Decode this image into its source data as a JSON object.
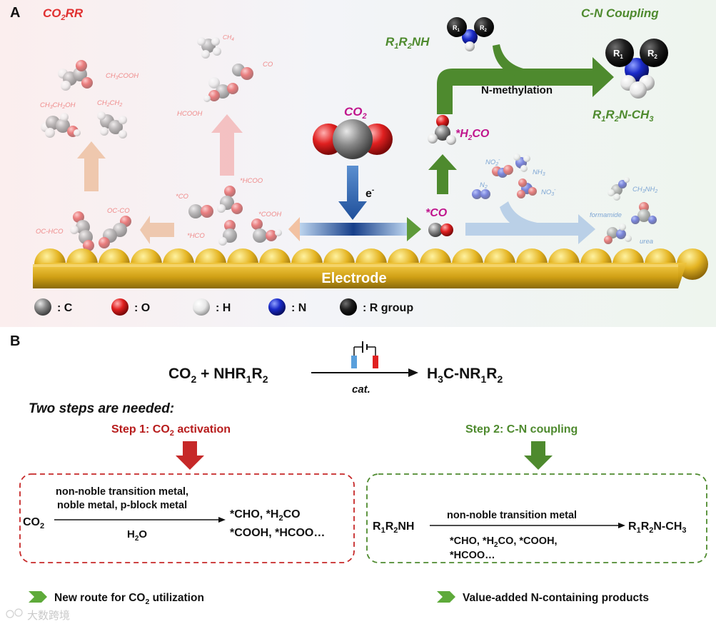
{
  "panel_a": {
    "label": "A",
    "co2rr_title": {
      "main": "CO",
      "sub": "2",
      "tail": "RR"
    },
    "cn_title": "C-N Coupling",
    "amine": {
      "r1": "R",
      "r1_sub": "1",
      "r2": "R",
      "r2_sub": "2",
      "tail": "NH"
    },
    "product": {
      "r1": "R",
      "r1_sub": "1",
      "r2": "R",
      "r2_sub": "2",
      "tail": "N-CH",
      "tail_sub": "3"
    },
    "methylation_label": "N-methylation",
    "co2_label": {
      "main": "CO",
      "sub": "2"
    },
    "electron": {
      "main": "e",
      "sup": "-"
    },
    "h2co_label": {
      "main": "*H",
      "sub": "2",
      "tail": "CO"
    },
    "co_label": "*CO",
    "electrode_label": "Electrode",
    "co2rr_products": {
      "ch4": {
        "main": "CH",
        "sub": "4"
      },
      "co": "CO",
      "ch3cooh": {
        "main": "CH",
        "sub": "3",
        "tail": "COOH"
      },
      "ch3ch2oh": {
        "main": "CH",
        "sub": "3",
        "mid": "CH",
        "sub2": "2",
        "tail": "OH"
      },
      "ch2ch2": {
        "main": "CH",
        "sub": "2",
        "mid": "CH",
        "sub2": "2"
      },
      "hcoo_ads": "*HCOO",
      "hcooh": "HCOOH",
      "co_ads": "*CO",
      "hco_ads": "*HCO",
      "cooh_ads": "*COOH",
      "oc_co": "OC-CO",
      "oc_hco": "OC-HCO"
    },
    "n_species": {
      "no2": {
        "main": "NO",
        "sub": "2",
        "sup": "-"
      },
      "nh3": {
        "main": "NH",
        "sub": "3"
      },
      "n2": {
        "main": "N",
        "sub": "2"
      },
      "no3": {
        "main": "NO",
        "sub": "3",
        "sup": "-"
      },
      "ch3nh2": {
        "main": "CH",
        "sub": "3",
        "tail": "NH",
        "sub2": "2"
      },
      "formamide": "formamide",
      "urea": "urea"
    },
    "legend": [
      {
        "label": ": C",
        "color": "#808080"
      },
      {
        "label": ": O",
        "color": "#e02020"
      },
      {
        "label": ": H",
        "color": "#f4f4f4"
      },
      {
        "label": ": N",
        "color": "#1a2ac8"
      },
      {
        "label": ": R group",
        "color": "#252525"
      }
    ]
  },
  "panel_b": {
    "label": "B",
    "reaction": {
      "left": {
        "a": "CO",
        "a_sub": "2",
        "b": " + NHR",
        "b_sub": "1",
        "c": "R",
        "c_sub": "2"
      },
      "right": {
        "a": "H",
        "a_sub": "3",
        "b": "C-NR",
        "b_sub": "1",
        "c": "R",
        "c_sub": "2"
      },
      "catalyst": "cat."
    },
    "two_steps": "Two steps are needed:",
    "step1": {
      "title": "Step 1: CO",
      "sub": "2",
      "tail": " activation"
    },
    "step2": {
      "title": "Step 2: C-N coupling"
    },
    "box1": {
      "reactant": {
        "main": "CO",
        "sub": "2"
      },
      "above1": "non-noble transition metal,",
      "above2": "noble metal, p-block metal",
      "below": {
        "main": "H",
        "sub": "2",
        "tail": "O"
      },
      "product1": {
        "a": "*CHO, *H",
        "sub": "2",
        "b": "CO"
      },
      "product2": "*COOH, *HCOO…"
    },
    "box2": {
      "reactant": {
        "a": "R",
        "s1": "1",
        "b": "R",
        "s2": "2",
        "c": "NH"
      },
      "above": "non-noble transition metal",
      "below1": {
        "a": "*CHO, *H",
        "sub": "2",
        "b": "CO, *COOH,"
      },
      "below2": "*HCOO…",
      "product": {
        "a": "R",
        "s1": "1",
        "b": "R",
        "s2": "2",
        "c": "N-CH",
        "s3": "3"
      }
    },
    "bullets": [
      {
        "main": "New route for CO",
        "sub": "2",
        "tail": " utilization"
      },
      {
        "main": "Value-added  N-containing products"
      }
    ],
    "watermark": "大数跨境"
  },
  "colors": {
    "red": "#e03030",
    "dark_red": "#b71c1c",
    "green": "#4e8a2e",
    "magenta": "#c0148c",
    "pale_red": "#ef8a8a",
    "pale_blue": "#8fb4dc",
    "gold": "#d8a818"
  }
}
